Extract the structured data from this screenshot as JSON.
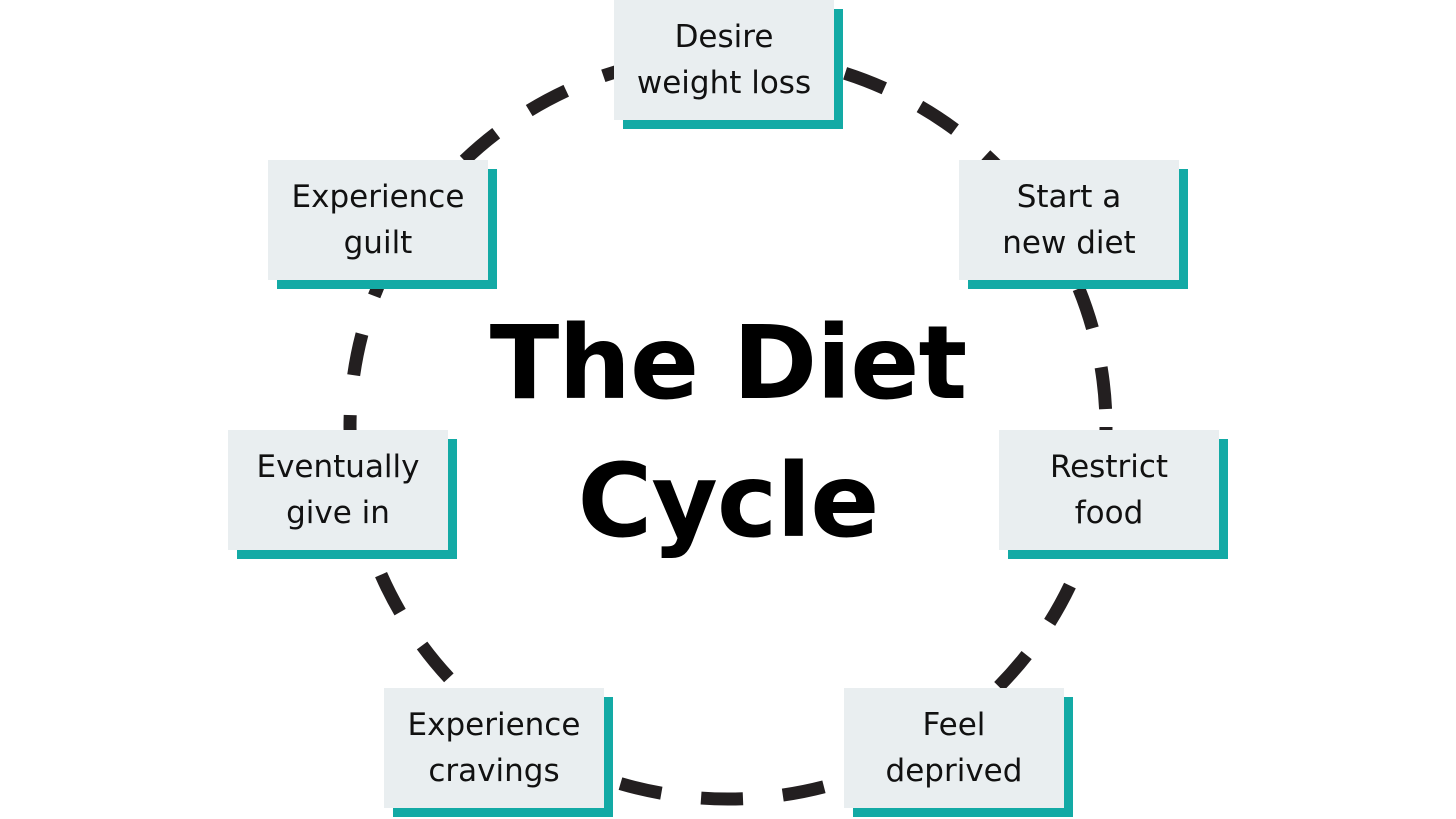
{
  "diagram": {
    "title": "The Diet\nCycle",
    "colors": {
      "box": "#e9eef0",
      "accent_shadow": "#13aaa5",
      "ring": "#231f20",
      "text": "#111111"
    },
    "steps": [
      {
        "label": "Desire\nweight loss"
      },
      {
        "label": "Start a\nnew diet"
      },
      {
        "label": "Restrict\nfood"
      },
      {
        "label": "Feel\ndeprived"
      },
      {
        "label": "Experience\ncravings"
      },
      {
        "label": "Eventually\ngive in"
      },
      {
        "label": "Experience\nguilt"
      }
    ]
  }
}
